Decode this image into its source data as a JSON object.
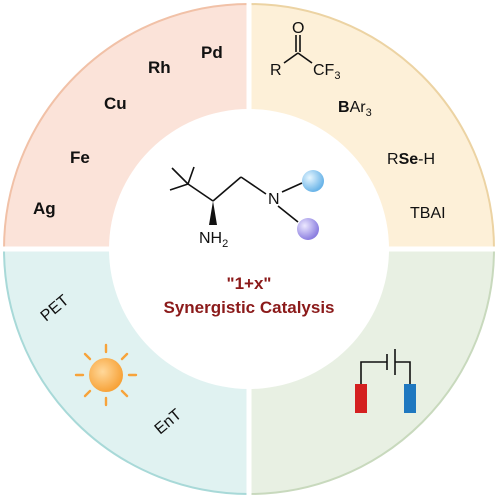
{
  "center": {
    "title_line1": "\"1+x\"",
    "title_line2": "Synergistic Catalysis",
    "title_color": "#8b1a1a",
    "amine_label": "NH",
    "amine_subscript": "2",
    "nitrogen_label": "N"
  },
  "quadrants": {
    "top_left": {
      "color": "#fbe3d9",
      "items": [
        "Pd",
        "Rh",
        "Cu",
        "Fe",
        "Ag"
      ]
    },
    "top_right": {
      "color": "#fdf0d8",
      "ketone_r": "R",
      "ketone_o": "O",
      "ketone_cf3": "CF",
      "ketone_cf3_sub": "3",
      "borane_b": "B",
      "borane_ar": "Ar",
      "borane_sub": "3",
      "selenol_r": "R",
      "selenol_se": "Se",
      "selenol_h": "-H",
      "iodide": "TBAI"
    },
    "bottom_left": {
      "color": "#e0f2f1",
      "pet": "PET",
      "ent": "EnT"
    },
    "bottom_right": {
      "color": "#e8f0e3",
      "electrode_left_color": "#d42020",
      "electrode_right_color": "#1f78c0"
    }
  }
}
